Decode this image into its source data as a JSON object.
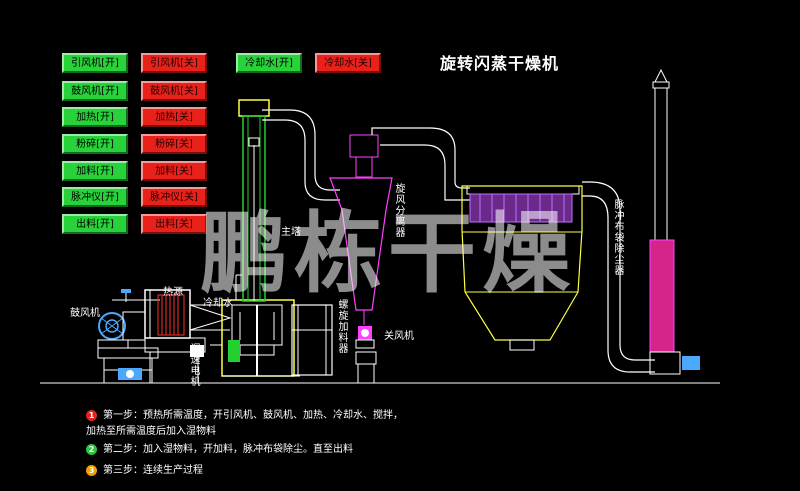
{
  "title": "旋转闪蒸干燥机",
  "buttons": [
    {
      "label": "引风机[开]",
      "state": "on"
    },
    {
      "label": "引风机[关]",
      "state": "off"
    },
    {
      "label": "鼓风机[开]",
      "state": "on"
    },
    {
      "label": "鼓风机[关]",
      "state": "off"
    },
    {
      "label": "加热[开]",
      "state": "on"
    },
    {
      "label": "加热[关]",
      "state": "off"
    },
    {
      "label": "粉碎[开]",
      "state": "on"
    },
    {
      "label": "粉碎[关]",
      "state": "off"
    },
    {
      "label": "加料[开]",
      "state": "on"
    },
    {
      "label": "加料[关]",
      "state": "off"
    },
    {
      "label": "脉冲仪[开]",
      "state": "on"
    },
    {
      "label": "脉冲仪[关]",
      "state": "off"
    },
    {
      "label": "出料[开]",
      "state": "on"
    },
    {
      "label": "出料[关]",
      "state": "off"
    },
    {
      "label": "冷却水[开]",
      "state": "on"
    },
    {
      "label": "冷却水[关]",
      "state": "off"
    }
  ],
  "labels": {
    "blower": "鼓风机",
    "heat_source": "热源",
    "cooling_water": "冷却水",
    "main_tower": "主塔",
    "cyclone": "旋风分离器",
    "pulse_filter": "脉冲布袋除尘器",
    "screw_feeder": "螺旋加料器",
    "valve_fan": "关风机",
    "speed_motor": "调速电机"
  },
  "watermark": "鹏栋干燥",
  "steps": [
    {
      "num": "1",
      "color": "#e8221b",
      "lines": [
        "第一步：预热所需温度，开引风机、鼓风机、加热、冷却水、搅拌，",
        "加热至所需温度后加入湿物料"
      ]
    },
    {
      "num": "2",
      "color": "#28c83a",
      "lines": [
        "第二步：加入湿物料，开加料，脉冲布袋除尘。直至出料"
      ]
    },
    {
      "num": "3",
      "color": "#f0a000",
      "lines": [
        "第三步：连续生产过程"
      ]
    }
  ]
}
